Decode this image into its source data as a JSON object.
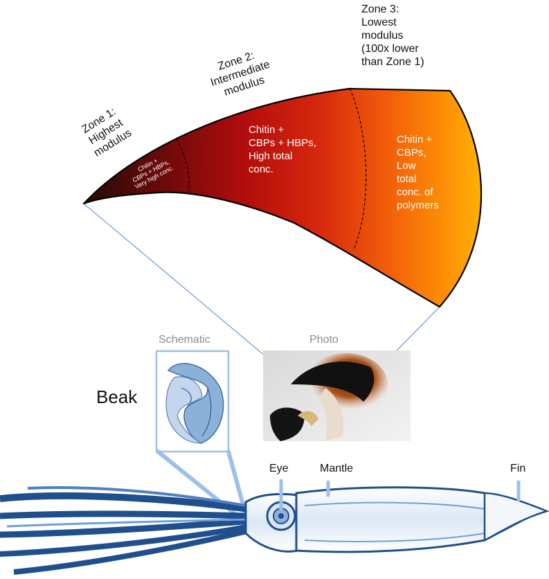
{
  "zones": [
    {
      "title": "Zone 1:\nHighest\nmodulus",
      "composition": "Chitin +\nCBPs + HBPs,\nVery high conc."
    },
    {
      "title": "Zone 2:\nIntermediate\nmodulus",
      "composition": "Chitin +\nCBPs + HBPs,\nHigh total\nconc."
    },
    {
      "title": "Zone 3:\nLowest\nmodulus\n(100x lower\nthan Zone 1)",
      "composition": "Chitin +\nCBPs,\nLow\ntotal\nconc. of\npolymers"
    }
  ],
  "panels": {
    "schematic": "Schematic",
    "photo": "Photo",
    "beak": "Beak"
  },
  "parts": {
    "eye": "Eye",
    "mantle": "Mantle",
    "fin": "Fin"
  },
  "colors": {
    "gradient": [
      "#250a05",
      "#6d0a0a",
      "#b20d0d",
      "#d6280d",
      "#f15d0a",
      "#fc8a06",
      "#ffb703"
    ],
    "connector": "#6f9fd8",
    "squid_ink": "#1f4f8c",
    "callout": "#9cc0e8",
    "caption": "#8c8c8c"
  }
}
